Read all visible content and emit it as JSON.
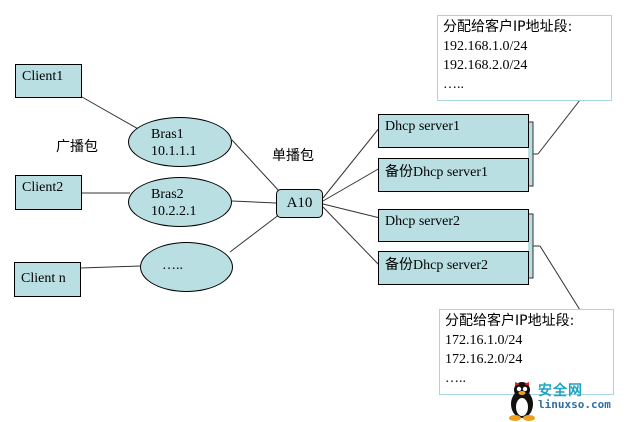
{
  "clients": [
    {
      "label": "Client1"
    },
    {
      "label": "Client2"
    },
    {
      "label": "Client  n"
    }
  ],
  "bras": [
    {
      "name": "Bras1",
      "ip": "10.1.1.1"
    },
    {
      "name": "Bras2",
      "ip": "10.2.2.1"
    },
    {
      "name": "",
      "ip": "….."
    }
  ],
  "labels": {
    "broadcast": "广播包",
    "unicast": "单播包"
  },
  "a10": {
    "label": "A10"
  },
  "servers": [
    {
      "label": "Dhcp  server1"
    },
    {
      "label": "备份Dhcp  server1"
    },
    {
      "label": "Dhcp  server2"
    },
    {
      "label": "备份Dhcp  server2"
    }
  ],
  "notes": [
    {
      "heading": "分配给客户IP地址段:",
      "lines": [
        "192.168.1.0/24",
        "192.168.2.0/24",
        "….."
      ]
    },
    {
      "heading": "分配给客户IP地址段:",
      "lines": [
        "172.16.1.0/24",
        "172.16.2.0/24",
        "….."
      ]
    }
  ],
  "watermark": {
    "cn": "安全网",
    "en": "linuxso.com",
    "icon": "penguin-icon"
  },
  "colors": {
    "node_fill": "#b9dfe2",
    "note_border": "#a9d6dc"
  }
}
